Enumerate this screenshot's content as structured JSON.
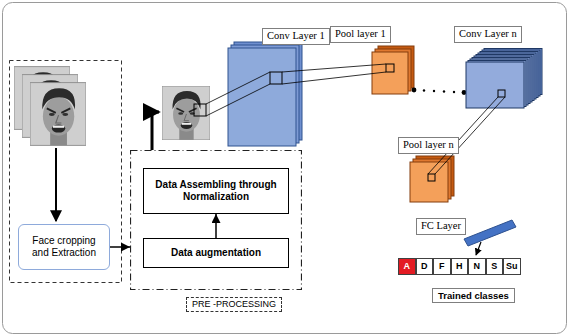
{
  "diagram": {
    "nodes": [
      {
        "text": [
          "Face cropping and Extraction"
        ]
      },
      {
        "text": [
          "PRE -PROCESSING"
        ]
      },
      {
        "text": [
          "Data Assembling through Normalization"
        ],
        "in": 1
      },
      {
        "text": [
          "Data augmentation"
        ],
        "in": 1
      },
      {
        "text": [
          "Conv Layer 1"
        ]
      },
      {
        "text": [
          "Pool layer 1"
        ]
      },
      {
        "text": [
          "Conv Layer n"
        ]
      },
      {
        "text": [
          "Pool layer n"
        ]
      },
      {
        "text": [
          "FC Layer"
        ]
      },
      {
        "text": [
          "A"
        ]
      },
      {
        "text": [
          "D"
        ]
      },
      {
        "text": [
          "F"
        ]
      },
      {
        "text": [
          "H"
        ]
      },
      {
        "text": [
          "N"
        ]
      },
      {
        "text": [
          "S"
        ]
      },
      {
        "text": [
          "Su"
        ]
      },
      {
        "text": [
          "Trained classes"
        ]
      }
    ],
    "edges": [
      {
        "from": 0,
        "to": 1,
        "arrow": "to"
      },
      {
        "from": 3,
        "to": 2,
        "arrow": "to"
      }
    ]
  }
}
